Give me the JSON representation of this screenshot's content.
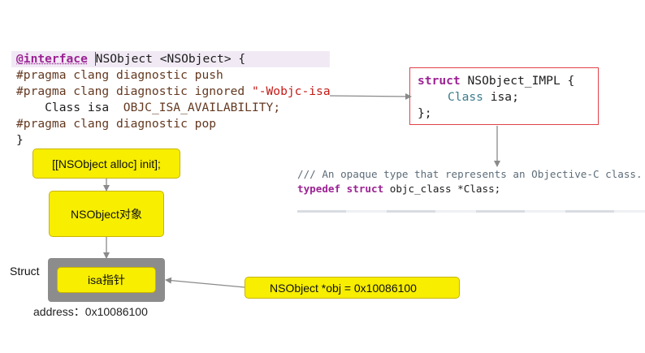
{
  "code": {
    "line1": {
      "kw": "@interface",
      "name": "NSObject",
      "rest": " <NSObject> {"
    },
    "line2": "#pragma clang diagnostic push",
    "line3": {
      "pp": "#pragma clang diagnostic ignored ",
      "str": "\"-Wobjc-isa-usage\""
    },
    "line4": {
      "type": "    Class isa",
      "macro": "  OBJC_ISA_AVAILABILITY;"
    },
    "line5": "#pragma clang diagnostic pop",
    "line6": "}"
  },
  "struct_box": {
    "line1": {
      "kw": "struct",
      "rest": " NSObject_IMPL {"
    },
    "line2": {
      "type": "Class",
      "rest": " isa;"
    },
    "line3": "};"
  },
  "typedef_block": {
    "comment": "/// An opaque type that represents an Objective-C class.",
    "kw1": "typedef",
    "kw2": "struct",
    "rest": " objc_class *Class;"
  },
  "alloc_label": "[[NSObject alloc] init];",
  "object_label": "NSObject对象",
  "isa_label": "isa指针",
  "struct_label": "Struct",
  "address_label": "address：0x10086100",
  "pointer_label": "NSObject *obj = 0x10086100",
  "colors": {
    "yellow": "#f7ee00",
    "struct_border": "#e0424a",
    "frame_gray": "#8c8c8c",
    "arrow": "#8a8a8a"
  }
}
